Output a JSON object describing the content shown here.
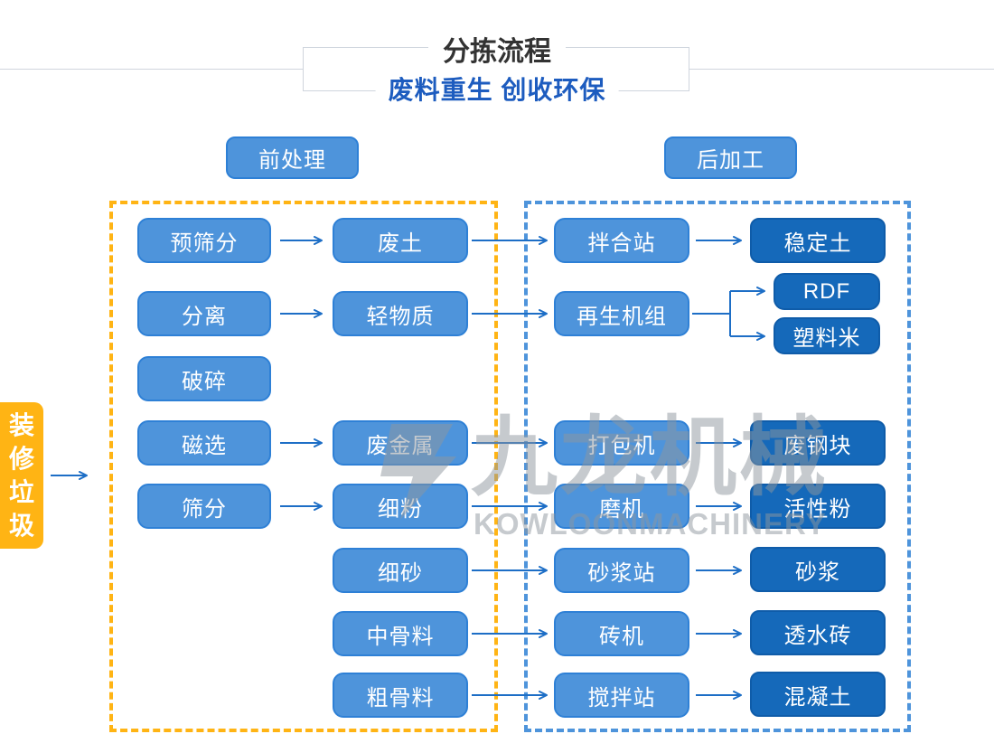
{
  "header": {
    "title": "分拣流程",
    "subtitle": "废料重生 创收环保"
  },
  "sections": {
    "pre": "前处理",
    "post": "后加工"
  },
  "source_label": "装修垃圾",
  "nodes": {
    "presort": "预筛分",
    "waste_soil": "废土",
    "mixing_station": "拌合站",
    "stabilized_soil": "稳定土",
    "separation": "分离",
    "light_material": "轻物质",
    "regeneration_unit": "再生机组",
    "rdf": "RDF",
    "plastic_pellets": "塑料米",
    "crushing": "破碎",
    "magnetic_separation": "磁选",
    "scrap_metal": "废金属",
    "baler": "打包机",
    "scrap_steel_block": "废钢块",
    "screening": "筛分",
    "fine_powder": "细粉",
    "mill": "磨机",
    "active_powder": "活性粉",
    "fine_sand": "细砂",
    "mortar_station": "砂浆站",
    "mortar": "砂浆",
    "medium_aggregate": "中骨料",
    "brick_machine": "砖机",
    "permeable_brick": "透水砖",
    "coarse_aggregate": "粗骨料",
    "mixing_plant": "搅拌站",
    "concrete": "混凝土"
  },
  "watermark": {
    "cn": "九龙机械",
    "en": "KOWLOONMACHINERY"
  },
  "colors": {
    "node_light_fill": "#4e94db",
    "node_light_border": "#2e80d6",
    "node_dark_fill": "#1569ba",
    "node_dark_border": "#0f5ca9",
    "zone_pre_dash": "#ffb414",
    "zone_post_dash": "#4e94db",
    "source_fill": "#ffb414",
    "arrow": "#1d6ec6",
    "title_text": "#333333",
    "subtitle_text": "#1d5cbf",
    "watermark_gray": "#8f979e"
  }
}
